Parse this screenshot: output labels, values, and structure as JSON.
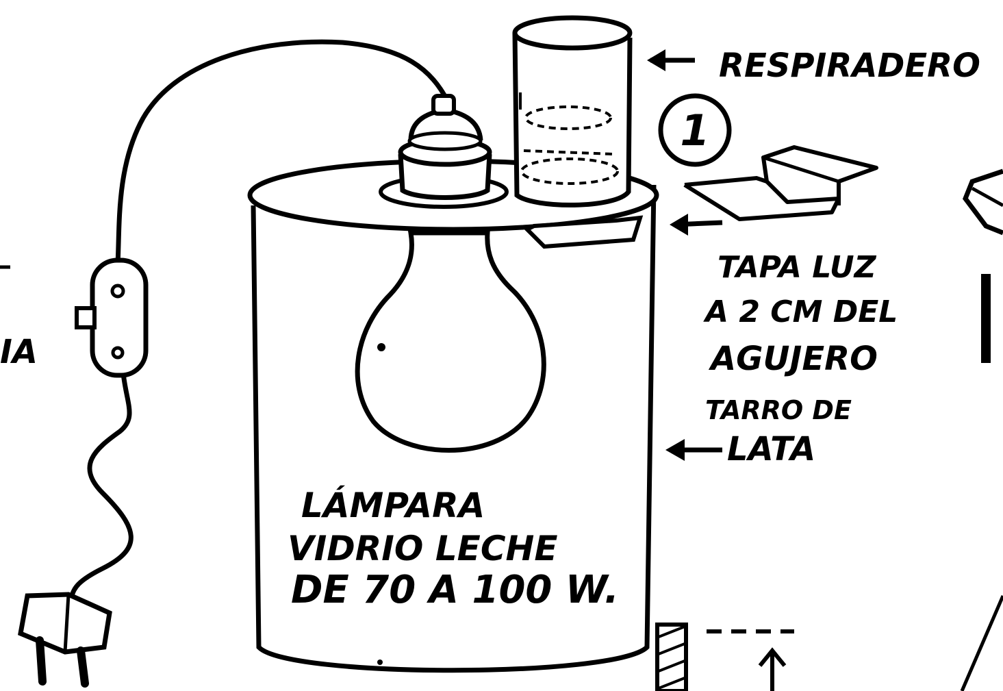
{
  "figure_number": "1",
  "labels": {
    "respiradero": "RESPIRADERO",
    "tapa_luz": [
      "TAPA LUZ",
      "A 2 CM DEL",
      "AGUJERO"
    ],
    "tarro": [
      "TARRO DE",
      "LATA"
    ],
    "lampara": [
      "LÁMPARA",
      "VIDRIO LECHE",
      "DE 70 A 100 W."
    ],
    "left_fragment": "IA"
  },
  "colors": {
    "ink": "#000000",
    "paper": "#ffffff"
  }
}
